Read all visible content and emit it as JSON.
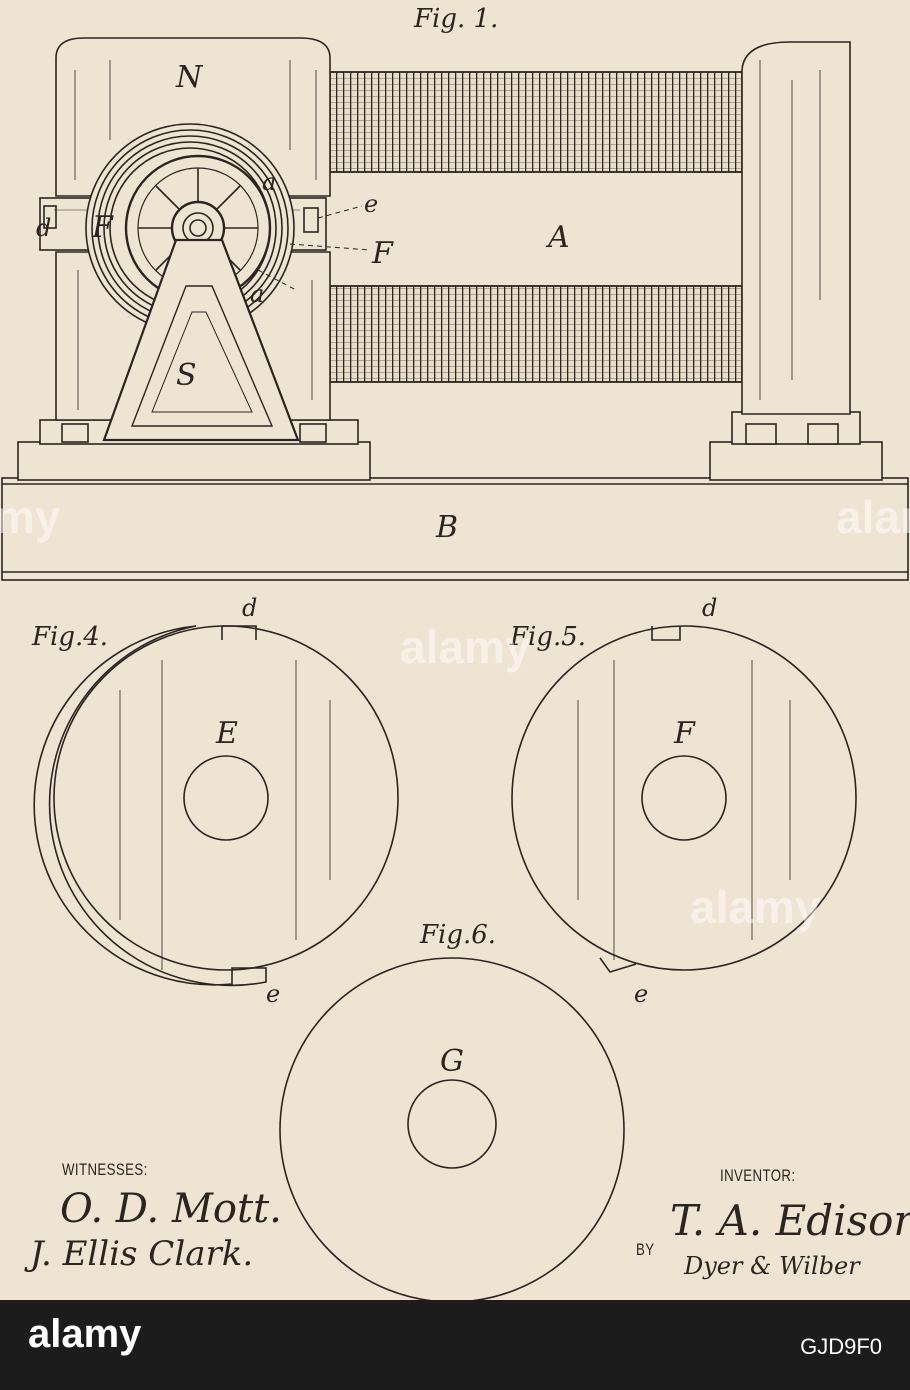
{
  "labels": {
    "fig1": "Fig. 1.",
    "fig4": "Fig.4.",
    "fig5": "Fig.5.",
    "fig6": "Fig.6.",
    "N": "N",
    "S": "S",
    "A": "A",
    "B": "B",
    "a1": "a",
    "a2": "a",
    "d1": "d",
    "F1": "F",
    "e1": "e",
    "F2": "F",
    "d4": "d",
    "E4": "E",
    "e4": "e",
    "d5": "d",
    "F5": "F",
    "e5": "e",
    "G6": "G"
  },
  "witnesses": {
    "heading": "WITNESSES:",
    "sig1": "O. D. Mott.",
    "sig2": "J. Ellis Clark."
  },
  "inventor": {
    "heading": "INVENTOR:",
    "by": "BY",
    "sig": "T. A. Edison",
    "attorneys": "Dyer & Wilber"
  },
  "watermark": {
    "text": "alamy"
  },
  "footer": {
    "logo": "alamy",
    "image_code": "GJD9F0"
  },
  "colors": {
    "paper": "#efe3d2",
    "ink": "#2b2521",
    "footer_bg": "#1c1c1c"
  }
}
